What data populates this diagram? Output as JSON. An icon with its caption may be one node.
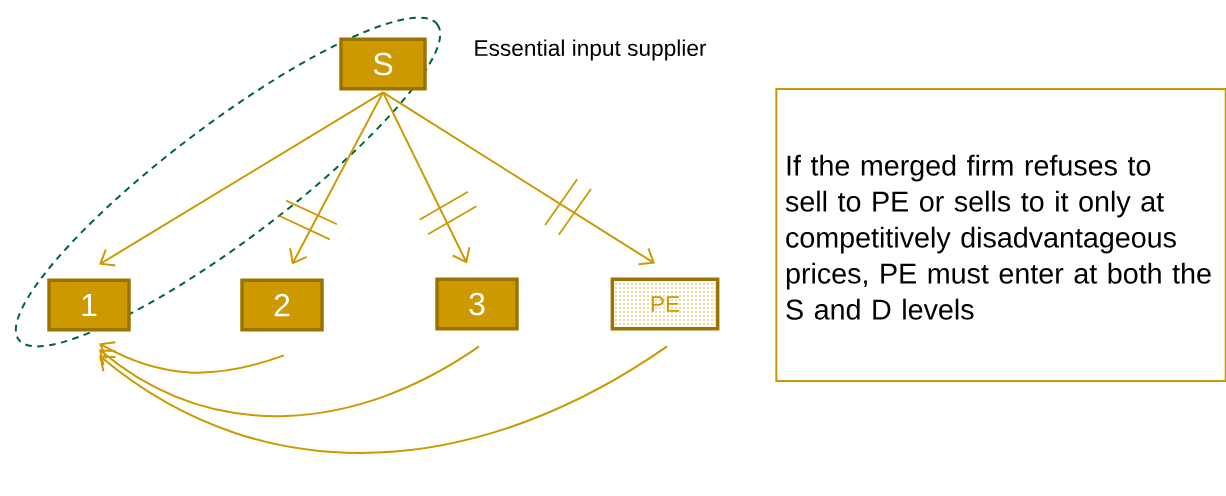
{
  "diagram": {
    "nodes": [
      {
        "text": [
          "S"
        ],
        "beside": [
          "Essential input supplier"
        ]
      },
      {
        "text": [
          "1"
        ]
      },
      {
        "text": [
          "2"
        ]
      },
      {
        "text": [
          "3"
        ]
      },
      {
        "text": [
          "PE"
        ]
      },
      {
        "text": [
          "If the merged firm refuses to sell to PE or sells to it only at competitively disadvantageous prices, PE must enter at both the S and D levels"
        ]
      }
    ],
    "edges": [
      {
        "from": 0,
        "to": 1,
        "arrow": "to"
      },
      {
        "from": 0,
        "to": 2,
        "arrow": "to"
      },
      {
        "from": 0,
        "to": 3,
        "arrow": "to"
      },
      {
        "from": 0,
        "to": 4,
        "arrow": "to"
      },
      {
        "from": 2,
        "to": 1,
        "arrow": "to"
      },
      {
        "from": 3,
        "to": 1,
        "arrow": "to"
      },
      {
        "from": 4,
        "to": 1,
        "arrow": "to"
      }
    ]
  }
}
